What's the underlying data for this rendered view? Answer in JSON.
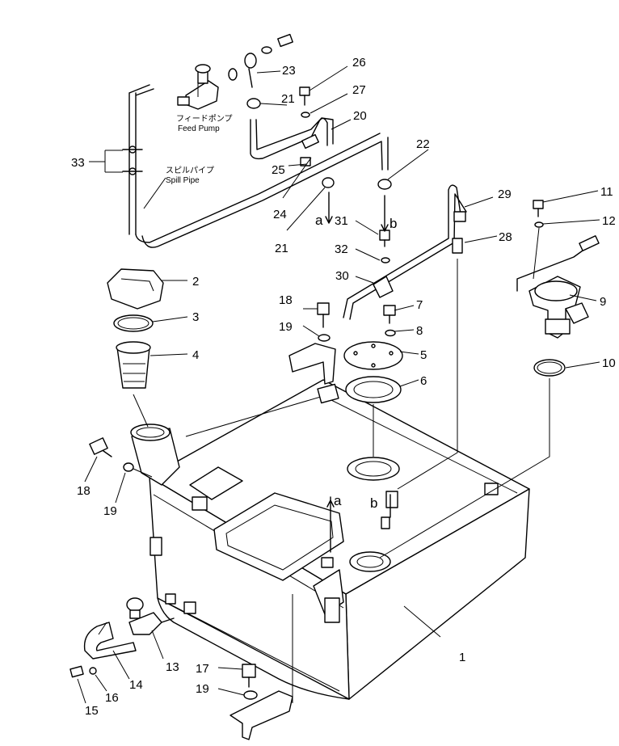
{
  "callouts": [
    "1",
    "2",
    "3",
    "4",
    "5",
    "6",
    "7",
    "8",
    "9",
    "10",
    "11",
    "12",
    "13",
    "14",
    "15",
    "16",
    "17",
    "18",
    "19",
    "19",
    "19",
    "20",
    "21",
    "21",
    "22",
    "23",
    "24",
    "25",
    "26",
    "27",
    "28",
    "29",
    "30",
    "31",
    "32",
    "33"
  ],
  "captions": {
    "feed_pump_jp": "フィードポンプ",
    "feed_pump_en": "Feed Pump",
    "spill_pipe_jp": "スピルパイプ",
    "spill_pipe_en": "Spill Pipe"
  },
  "refs": {
    "a": "a",
    "b": "b"
  }
}
